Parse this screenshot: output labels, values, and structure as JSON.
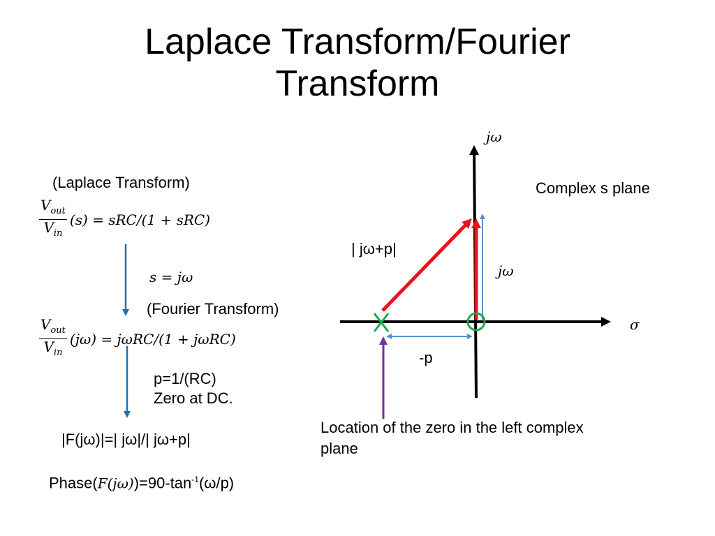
{
  "title": {
    "line1": "Laplace Transform/Fourier",
    "line2": "Transform"
  },
  "left": {
    "laplace_label": "(Laplace Transform)",
    "eq1": {
      "num": "V",
      "num_sub": "out",
      "den": "V",
      "den_sub": "in",
      "rest": "(s) = sRC/(1 + sRC)"
    },
    "substitution": "s = jω",
    "fourier_label": "(Fourier Transform)",
    "eq2": {
      "num": "V",
      "num_sub": "out",
      "den": "V",
      "den_sub": "in",
      "rest": "(jω) = jωRC/(1 + jωRC)"
    },
    "p_def": "p=1/(RC)",
    "zero_dc": "Zero at DC.",
    "magnitude": "|F(jω)|=| jω|/| jω+p|",
    "phase_prefix": "Phase(",
    "phase_func": "F(jω)",
    "phase_mid": ")=90-tan",
    "phase_sup": "-1",
    "phase_end": "(ω/p)"
  },
  "plane": {
    "axis_imag": "jω",
    "axis_real": "σ",
    "plane_label": "Complex s plane",
    "vec_label": "| jω+p|",
    "jw_label": "jω",
    "p_label": "-p",
    "zero_note_line1": "Location of the zero in the left complex",
    "zero_note_line2": "plane"
  },
  "colors": {
    "blue_arrow": "#1f6fb5",
    "light_blue": "#5b8fd1",
    "red": "#e8141b",
    "green": "#1ea84b",
    "purple": "#7030a0"
  }
}
